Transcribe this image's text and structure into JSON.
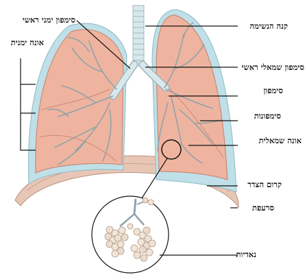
{
  "labels": {
    "main_bronchus_right": "סימפון ימני ראשי",
    "right_lobe": "אונה ימנית",
    "trachea": "קנה הנשימה",
    "main_bronchus_left": "סימפון שמאלי ראשי",
    "bronchus": "סימפון",
    "bronchioles": "סימפונות",
    "left_lobe": "אונה שמאלית",
    "diaphragm": "קרום הצדר",
    "pleura": "סרעפת",
    "alveoli": "נאדיות"
  },
  "colors": {
    "lung_fill": "#efb49f",
    "lung_edge": "#c98976",
    "pleura": "#bfe0e8",
    "diaphragm": "#e8c6b6",
    "airway": "#d9e8ec",
    "leader": "#111111"
  }
}
